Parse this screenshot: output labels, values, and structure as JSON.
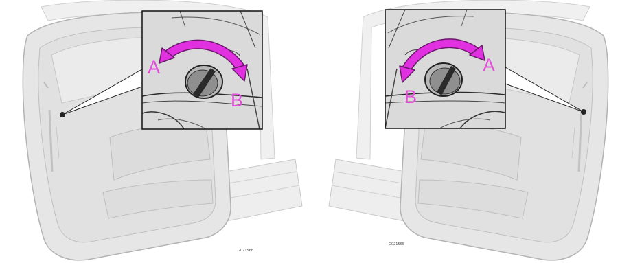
{
  "colors": {
    "background": "#ffffff",
    "door_fill": "#e6e6e6",
    "door_line": "#b5b5b5",
    "inset_fill": "#d9d9d9",
    "inset_border": "#111111",
    "arrow": "#e030e0",
    "arrow_edge": "#6a1a6a",
    "label": "#e24fd8",
    "knob": "#2c2c2c"
  },
  "icons": {
    "rotation": "double-headed-curved-arrow",
    "knob": "child-lock-slot-knob"
  },
  "left_panel": {
    "label_a": "A",
    "label_b": "B",
    "figure_code": "G021566"
  },
  "right_panel": {
    "label_a": "A",
    "label_b": "B",
    "figure_code": "G021565"
  }
}
